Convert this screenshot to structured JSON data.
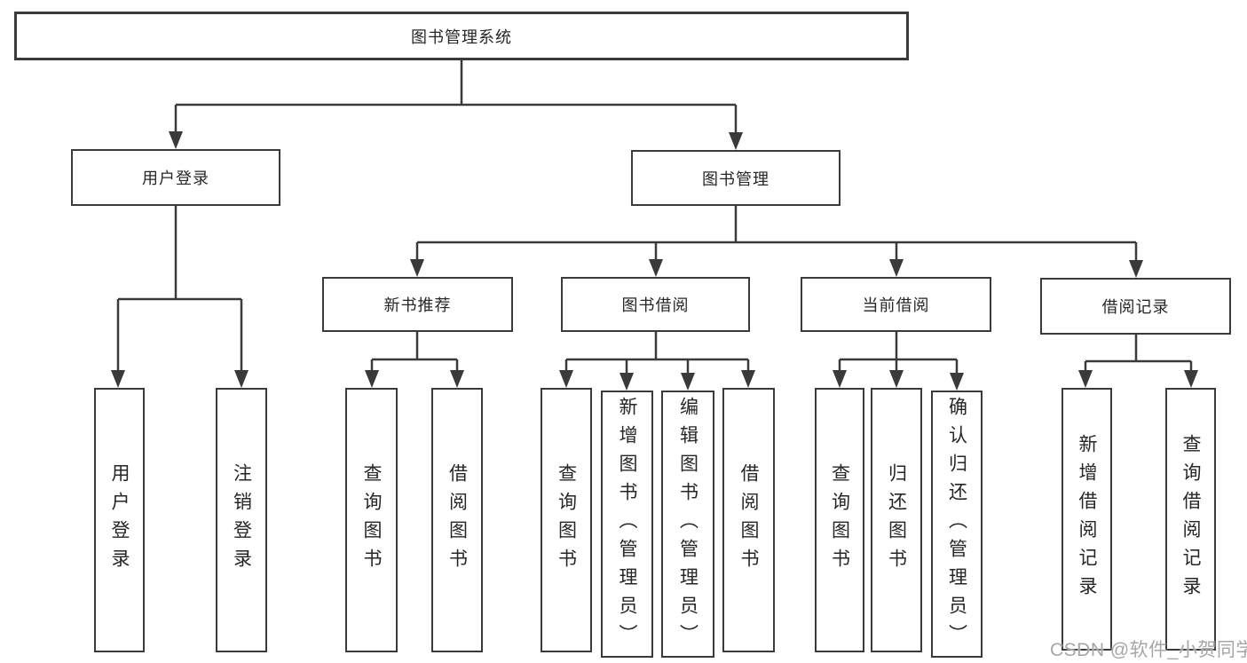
{
  "nodes": {
    "root": "图书管理系统",
    "user_login": "用户登录",
    "book_mgmt": "图书管理",
    "new_book_rec": "新书推荐",
    "book_borrow": "图书借阅",
    "current_borrow": "当前借阅",
    "borrow_record": "借阅记录",
    "leaf_user_login": "用户登录",
    "leaf_logout": "注销登录",
    "nbr_query_book": "查询图书",
    "nbr_borrow_book": "借阅图书",
    "bb_query_book": "查询图书",
    "bb_add_book": "新增图书（管理员）",
    "bb_edit_book": "编辑图书（管理员）",
    "bb_borrow_book": "借阅图书",
    "cb_query_book": "查询图书",
    "cb_return_book": "归还图书",
    "cb_confirm_return": "确认归还（管理员）",
    "br_add_record": "新增借阅记录",
    "br_query_record": "查询借阅记录"
  },
  "watermark": {
    "text": "CSDN @软件_小贺同学"
  },
  "colors": {
    "line": "#3a3a3a",
    "text": "#262626",
    "watermark": "#a6a6a6",
    "background": "#ffffff"
  }
}
